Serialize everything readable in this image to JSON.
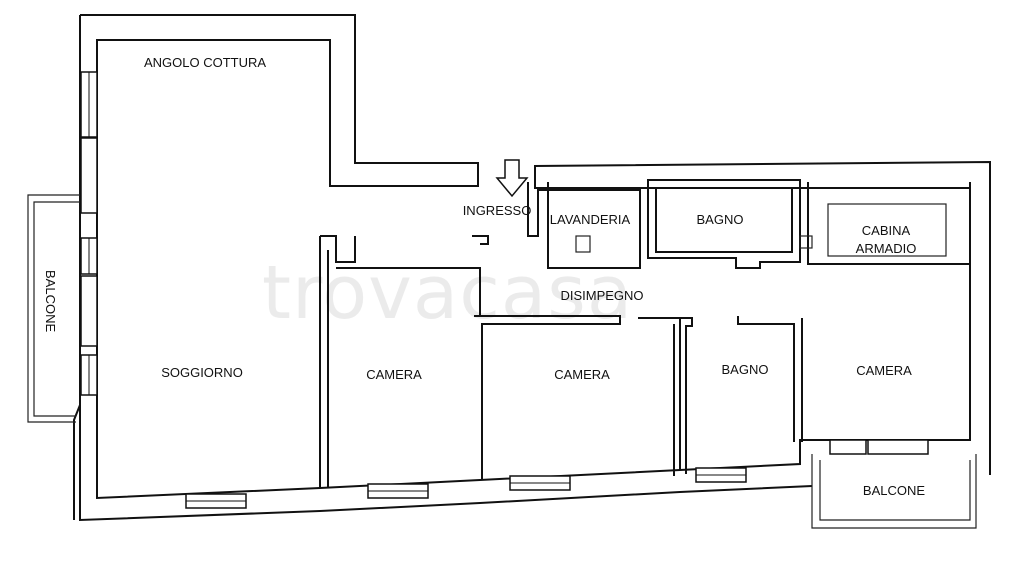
{
  "rooms": {
    "angolo_cottura": "ANGOLO COTTURA",
    "ingresso": "INGRESSO",
    "lavanderia": "LAVANDERIA",
    "bagno_top": "BAGNO",
    "cabina": "CABINA",
    "armadio": "ARMADIO",
    "disimpegno": "DISIMPEGNO",
    "balcone_left": "BALCONE",
    "soggiorno": "SOGGIORNO",
    "camera_1": "CAMERA",
    "camera_2": "CAMERA",
    "bagno_bottom": "BAGNO",
    "camera_3": "CAMERA",
    "balcone_right": "BALCONE"
  },
  "watermark": "trovacasa"
}
